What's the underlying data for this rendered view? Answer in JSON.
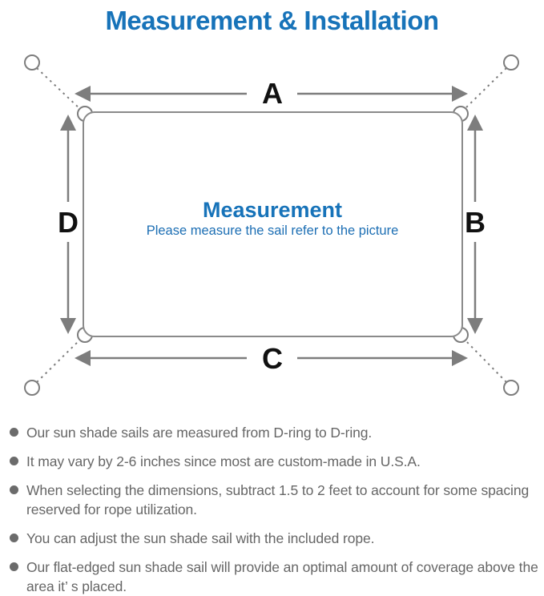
{
  "header": {
    "title": "Measurement & Installation"
  },
  "diagram": {
    "side_labels": {
      "top": "A",
      "right": "B",
      "bottom": "C",
      "left": "D"
    },
    "center": {
      "title": "Measurement",
      "subtitle": "Please measure the sail refer to the picture"
    }
  },
  "colors": {
    "accent_blue": "#1773b9",
    "line_gray": "#7d7d7d",
    "label_black": "#111111",
    "note_gray": "#666666"
  },
  "notes": {
    "items": [
      {
        "text": "Our sun shade sails are measured from D-ring to D-ring."
      },
      {
        "text": "It may vary by 2-6 inches since most are custom-made in U.S.A."
      },
      {
        "text": "When selecting the dimensions, subtract 1.5 to 2 feet to account for some spacing reserved for rope utilization."
      },
      {
        "text": "You can adjust the sun shade sail with the included rope."
      },
      {
        "text": "Our flat-edged sun shade sail will provide an optimal amount of coverage above the area it’ s placed."
      }
    ]
  }
}
